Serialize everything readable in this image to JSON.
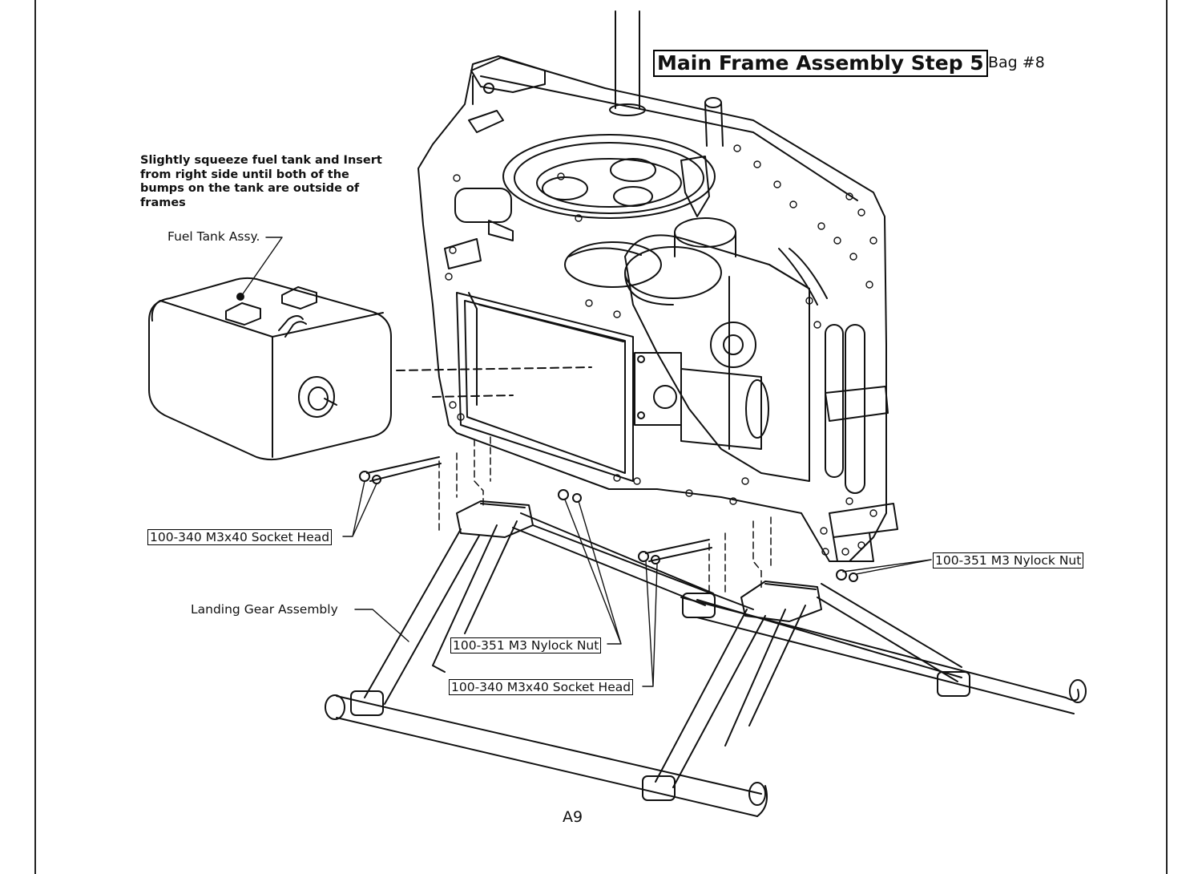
{
  "title": "Main Frame Assembly Step 5",
  "bag": "Bag #8",
  "instruction": "Slightly squeeze fuel tank and Insert from right side until both of the bumps on the tank are outside of frames",
  "labels": {
    "fuel_tank": "Fuel Tank Assy.",
    "landing_gear": "Landing Gear Assembly"
  },
  "callouts": {
    "socket_head_left": "100-340 M3x40 Socket Head",
    "nylock_nut_right": "100-351 M3 Nylock Nut",
    "nylock_nut_center": "100-351 M3 Nylock Nut",
    "socket_head_center": "100-340 M3x40 Socket Head"
  },
  "page_number": "A9"
}
